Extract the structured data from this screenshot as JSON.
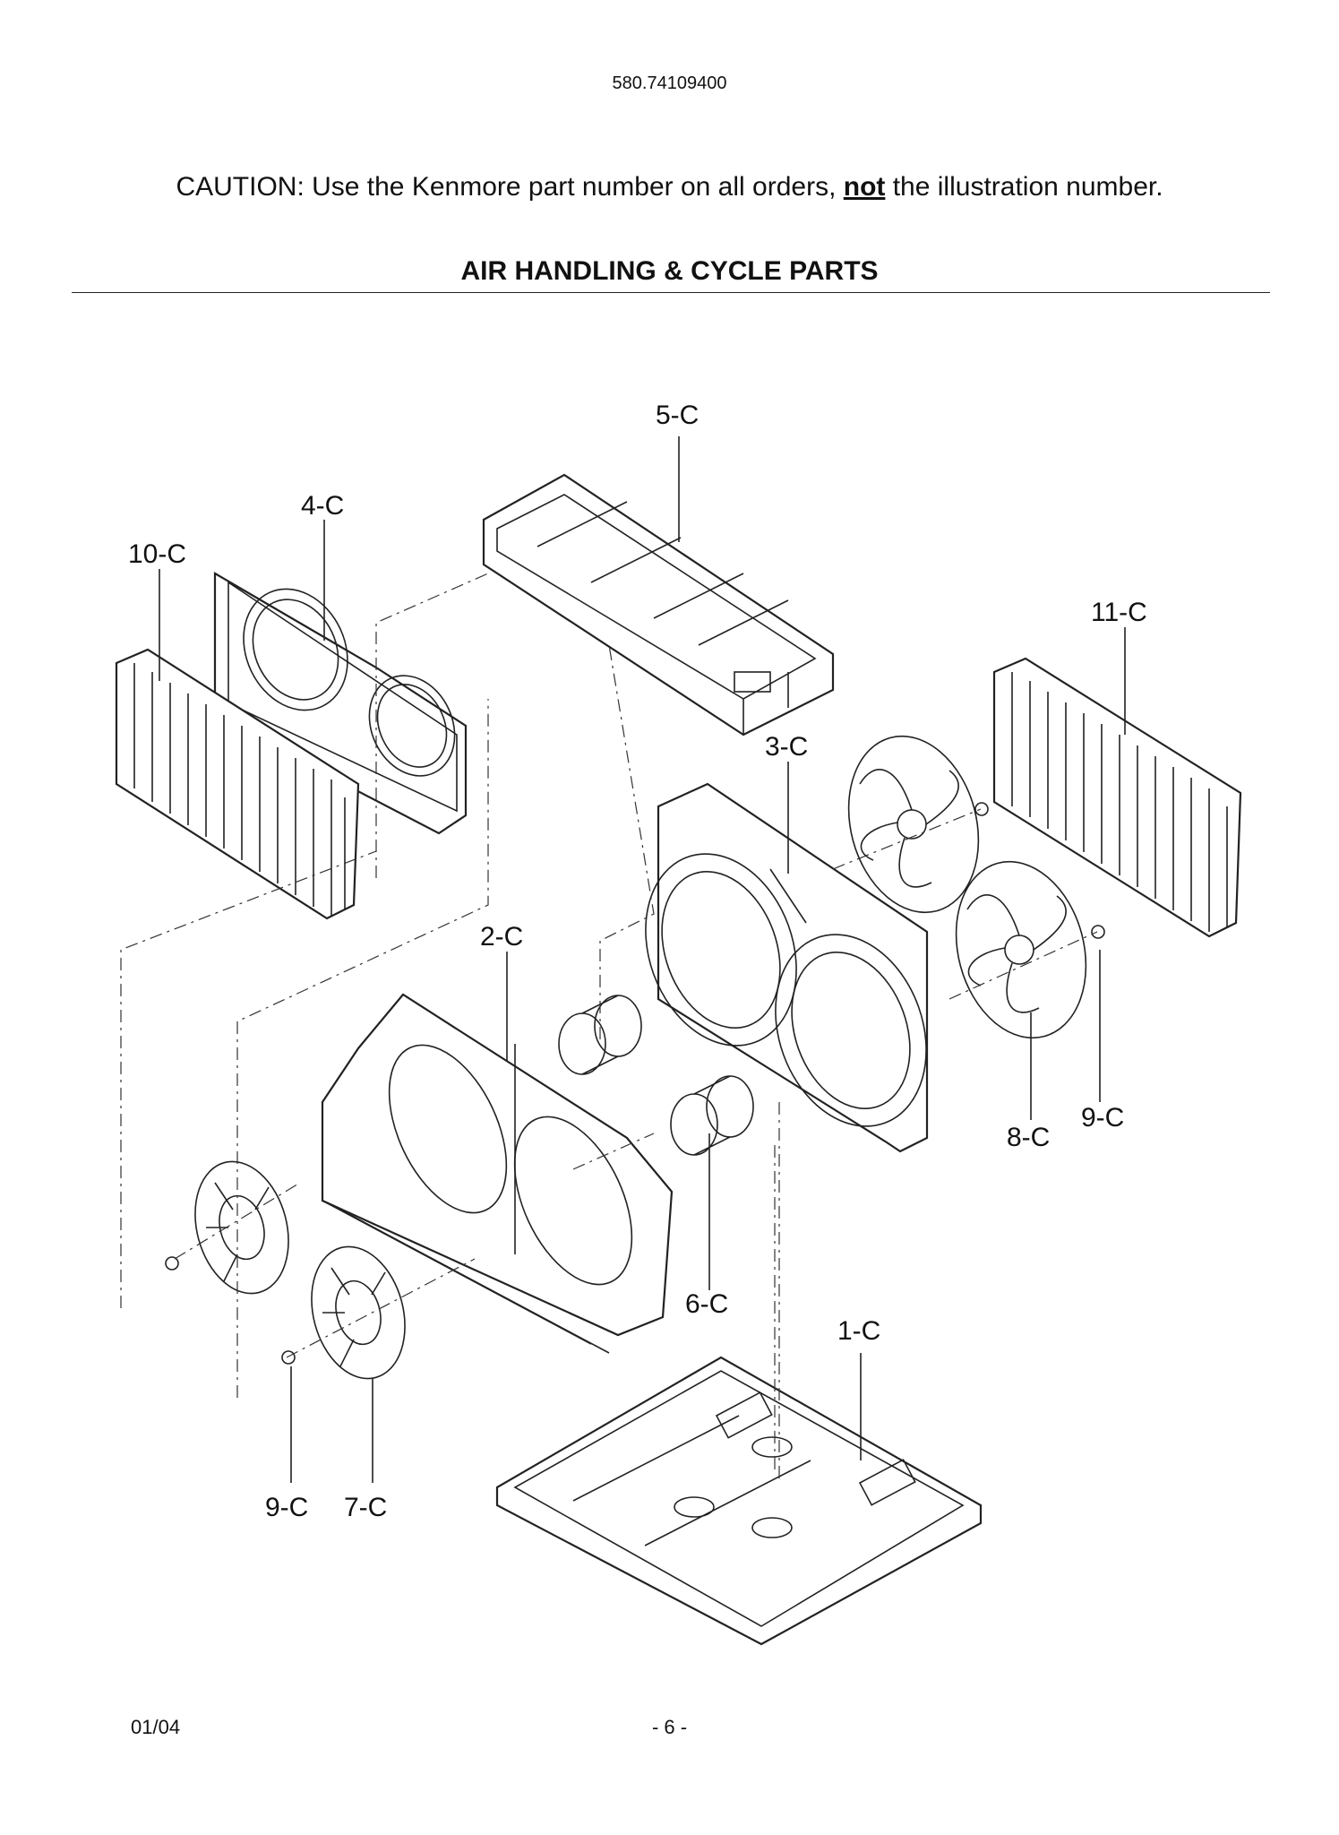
{
  "header": {
    "model_number": "580.74109400",
    "caution_prefix": "CAUTION: Use the Kenmore part number on all orders, ",
    "caution_emphasis": "not",
    "caution_suffix": " the illustration number.",
    "section_title": "AIR HANDLING & CYCLE PARTS"
  },
  "callouts": {
    "c5": "5-C",
    "c4": "4-C",
    "c10": "10-C",
    "c11": "11-C",
    "c3": "3-C",
    "c2": "2-C",
    "c9_right": "9-C",
    "c8": "8-C",
    "c6": "6-C",
    "c1": "1-C",
    "c9_left": "9-C",
    "c7": "7-C"
  },
  "footer": {
    "date": "01/04",
    "page": "- 6 -"
  }
}
